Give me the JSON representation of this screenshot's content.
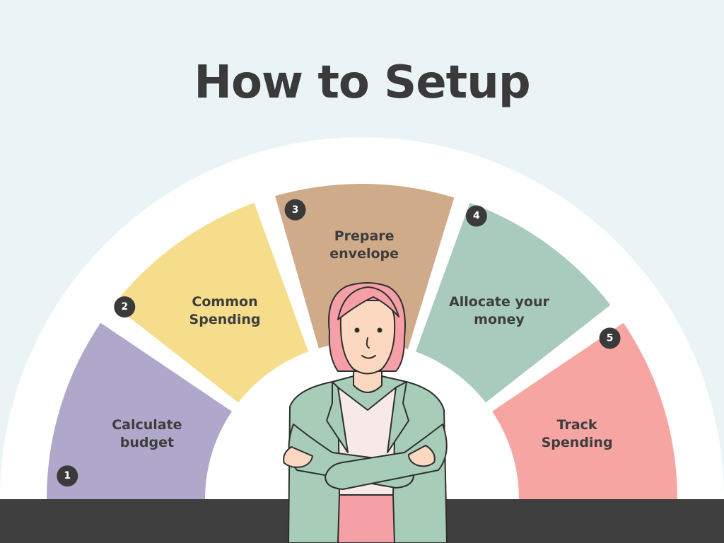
{
  "title": "How to Setup",
  "colors": {
    "background": "#eaf4f6",
    "arch": "#ffffff",
    "floor": "#3f3f3f",
    "badge": "#3a3a3a",
    "text": "#3d3d3d"
  },
  "steps": [
    {
      "number": "1",
      "lines": [
        "Calculate",
        "budget"
      ],
      "color": "#afa8cb"
    },
    {
      "number": "2",
      "lines": [
        "Common",
        "Spending"
      ],
      "color": "#f5dd8b"
    },
    {
      "number": "3",
      "lines": [
        "Prepare",
        "envelope"
      ],
      "color": "#cfab8a"
    },
    {
      "number": "4",
      "lines": [
        "Allocate your",
        "money"
      ],
      "color": "#a9cbbd"
    },
    {
      "number": "5",
      "lines": [
        "Track",
        "Spending"
      ],
      "color": "#f6a5a3"
    }
  ],
  "illustration": {
    "subject": "woman-with-crossed-arms",
    "hair_color": "#f4a0a6",
    "jacket_color": "#a7cdb9"
  }
}
